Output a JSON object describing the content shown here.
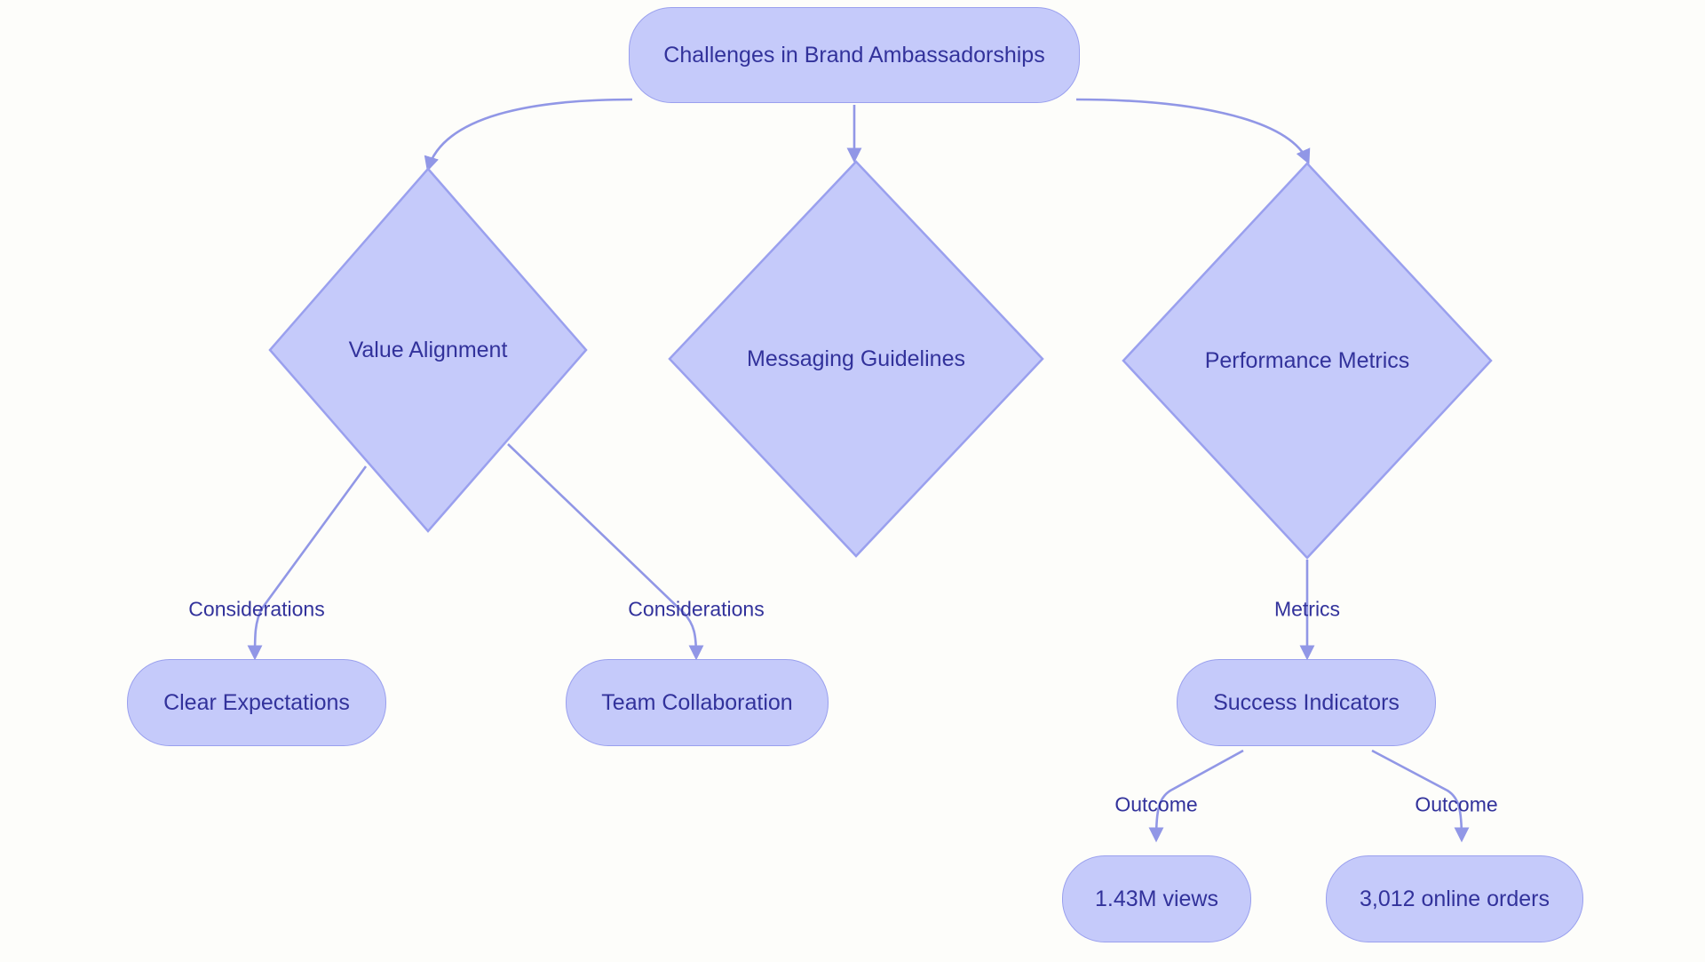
{
  "diagram": {
    "type": "flowchart",
    "title": "Challenges in Brand Ambassadorships",
    "colors": {
      "node_fill": "#c5cafa",
      "node_stroke": "#9aa0ee",
      "text": "#32329b",
      "edge": "#9197e6",
      "background": "#fdfdfa"
    },
    "nodes": {
      "root": {
        "label": "Challenges in Brand Ambassadorships",
        "shape": "rounded-rect"
      },
      "value_alignment": {
        "label": "Value Alignment",
        "shape": "diamond"
      },
      "messaging_guidelines": {
        "label": "Messaging Guidelines",
        "shape": "diamond"
      },
      "performance_metrics": {
        "label": "Performance Metrics",
        "shape": "diamond"
      },
      "clear_expectations": {
        "label": "Clear Expectations",
        "shape": "rounded-rect"
      },
      "team_collaboration": {
        "label": "Team Collaboration",
        "shape": "rounded-rect"
      },
      "success_indicators": {
        "label": "Success Indicators",
        "shape": "rounded-rect"
      },
      "views_outcome": {
        "label": "1.43M views",
        "shape": "rounded-rect"
      },
      "orders_outcome": {
        "label": "3,012 online orders",
        "shape": "rounded-rect"
      }
    },
    "edge_labels": {
      "considerations_left": "Considerations",
      "considerations_right": "Considerations",
      "metrics": "Metrics",
      "outcome_left": "Outcome",
      "outcome_right": "Outcome"
    }
  }
}
